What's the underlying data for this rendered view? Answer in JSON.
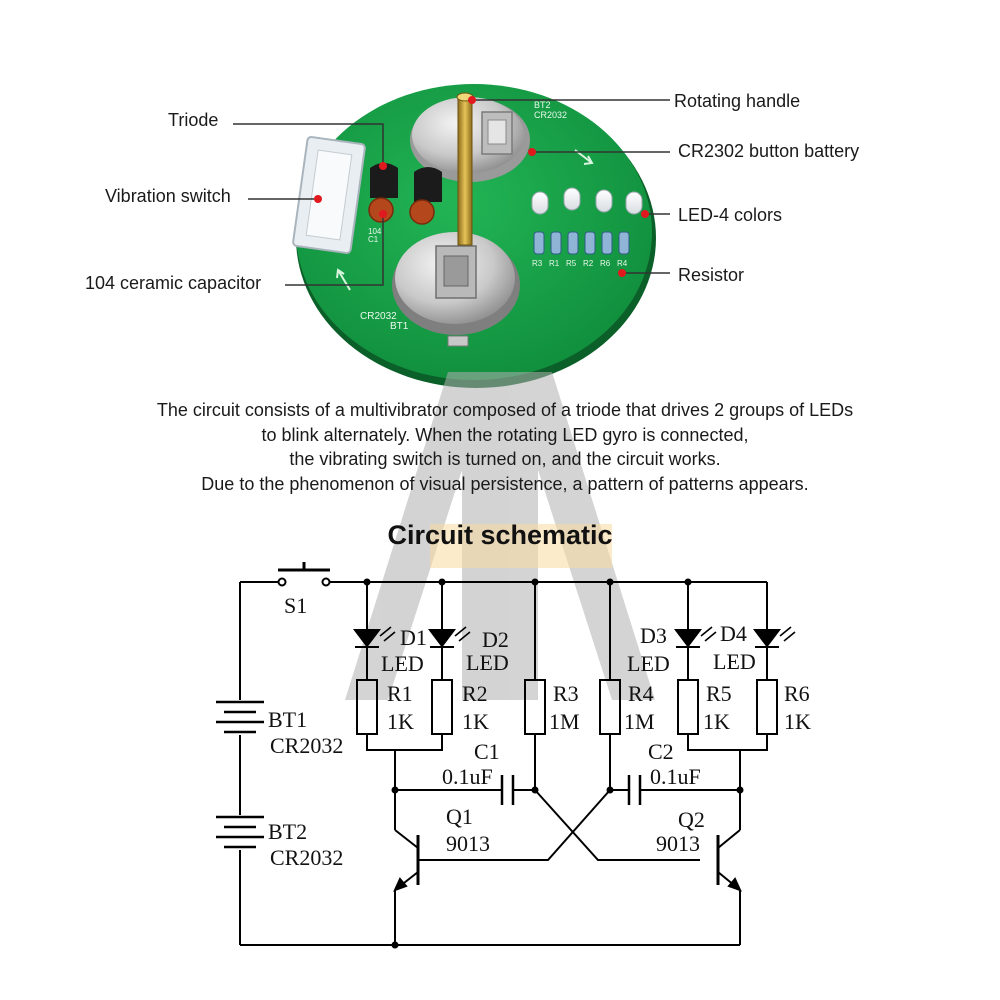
{
  "callouts": {
    "triode": "Triode",
    "vibration_switch": "Vibration switch",
    "ceramic_capacitor": "104 ceramic capacitor",
    "rotating_handle": "Rotating handle",
    "button_battery": "CR2302 button battery",
    "led": "LED-4 colors",
    "resistor": "Resistor"
  },
  "board_silkscreen": {
    "top_battery": "CR2032",
    "top_battery_id": "BT2",
    "bottom_battery": "CR2032",
    "bottom_battery_id": "BT1",
    "cap_value": "104",
    "cap_id": "C1",
    "resistors": [
      "R3",
      "R1",
      "R5",
      "R2",
      "R6",
      "R4"
    ]
  },
  "description": [
    "The circuit consists of a multivibrator composed of a triode that drives 2 groups of LEDs",
    "to blink alternately. When the rotating LED gyro is connected,",
    "the vibrating switch is turned on, and the circuit works.",
    "Due to the phenomenon of visual persistence, a pattern of patterns appears."
  ],
  "schematic": {
    "title": "Circuit schematic",
    "switch": "S1",
    "batteries": [
      {
        "ref": "BT1",
        "type": "CR2032"
      },
      {
        "ref": "BT2",
        "type": "CR2032"
      }
    ],
    "leds": [
      {
        "ref": "D1",
        "type": "LED"
      },
      {
        "ref": "D2",
        "type": "LED"
      },
      {
        "ref": "D3",
        "type": "LED"
      },
      {
        "ref": "D4",
        "type": "LED"
      }
    ],
    "resistors": [
      {
        "ref": "R1",
        "value": "1K"
      },
      {
        "ref": "R2",
        "value": "1K"
      },
      {
        "ref": "R3",
        "value": "1M"
      },
      {
        "ref": "R4",
        "value": "1M"
      },
      {
        "ref": "R5",
        "value": "1K"
      },
      {
        "ref": "R6",
        "value": "1K"
      }
    ],
    "capacitors": [
      {
        "ref": "C1",
        "value": "0.1uF"
      },
      {
        "ref": "C2",
        "value": "0.1uF"
      }
    ],
    "transistors": [
      {
        "ref": "Q1",
        "type": "9013"
      },
      {
        "ref": "Q2",
        "type": "9013"
      }
    ]
  },
  "colors": {
    "pcb": "#17a34a",
    "pcb_dark": "#0f7a35",
    "marker": "#e0191f",
    "watermark": "#b0b0b0",
    "title_highlight": "#f7dba0",
    "wire": "#000000"
  }
}
